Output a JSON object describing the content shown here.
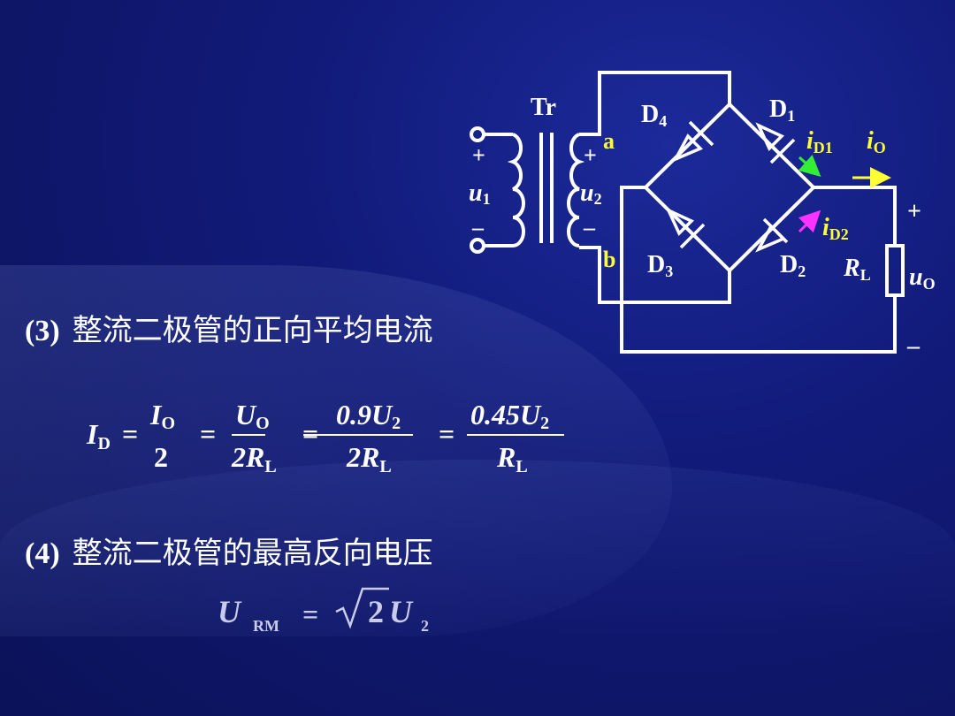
{
  "circuit": {
    "transformer": "Tr",
    "plus": "+",
    "minus": "–",
    "u1": "u",
    "u1_sub": "1",
    "u2": "u",
    "u2_sub": "2",
    "node_a": "a",
    "node_b": "b",
    "d1": "D",
    "d1_sub": "1",
    "d2": "D",
    "d2_sub": "2",
    "d3": "D",
    "d3_sub": "3",
    "d4": "D",
    "d4_sub": "4",
    "id1": "i",
    "id1_sub": "D1",
    "id2": "i",
    "id2_sub": "D2",
    "io": "i",
    "io_sub": "O",
    "rl": "R",
    "rl_sub": "L",
    "uo": "u",
    "uo_sub": "O",
    "colors": {
      "nodes": "#ffff33",
      "id1_arrow": "#33ee33",
      "id2_arrow": "#ff33ff",
      "io_arrow": "#ffff33",
      "wire": "#ffffff"
    }
  },
  "section3": {
    "num": "(3)",
    "title": "整流二极管的正向平均电流"
  },
  "eq1": {
    "I": "I",
    "D": "D",
    "eq": "=",
    "io_num": "I",
    "io_num_sub": "O",
    "den2": "2",
    "uo_num": "U",
    "uo_num_sub": "O",
    "den_2rl": "2R",
    "den_2rl_sub": "L",
    "num3": "0.9U",
    "num3_sub": "2",
    "den3": "2R",
    "den3_sub": "L",
    "num4": "0.45U",
    "num4_sub": "2",
    "den4": "R",
    "den4_sub": "L"
  },
  "section4": {
    "num": "(4)",
    "title": "整流二极管的最高反向电压"
  },
  "eq2": {
    "U": "U",
    "RM": "RM",
    "eq": "=",
    "two": "2",
    "U2": "U",
    "U2_sub": "2"
  }
}
